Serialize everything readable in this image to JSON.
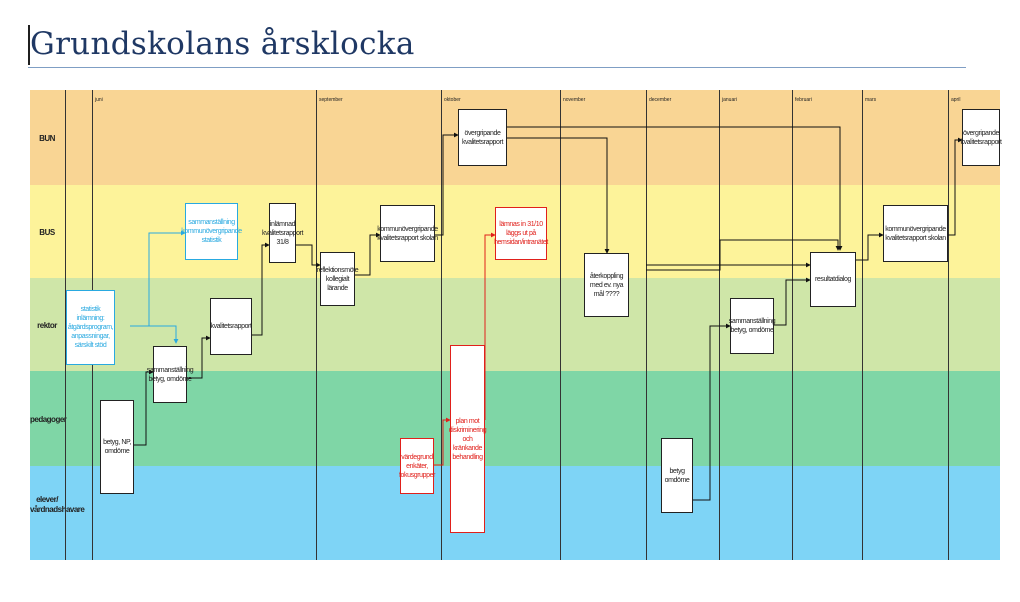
{
  "title": "Grundskolans årsklocka",
  "colors": {
    "lane_bun": "#f9d594",
    "lane_bus": "#fdf39a",
    "lane_rektor": "#cfe6a8",
    "lane_pedagoger": "#7fd6a6",
    "lane_elever": "#7ed4f6",
    "box_blue": "#29a9e0",
    "box_red": "#e0201b",
    "arrow": "#111111"
  },
  "lanes": [
    "BUN",
    "BUS",
    "rektor",
    "pedagoger",
    "elever/ vårdnadshavare"
  ],
  "months": [
    "juni",
    "september",
    "oktober",
    "november",
    "december",
    "januari",
    "februari",
    "mars",
    "april"
  ],
  "boxes": {
    "betyg_np": "betyg, NP, omdöme",
    "statistik": "statistik inlämning: åtgärdsprogram, anpassningar, särskilt stöd",
    "sammanstallning_komm": "sammanställning kommunövergripande statistik",
    "sammanstallning_betyg": "sammanställning betyg, omdöme",
    "kvalitetsrapport": "kvalitetsrapport",
    "inlamnad": "inlämnad kvalitetsrapport 31/8",
    "reflektion": "reflektionsmöte kollegialt lärande",
    "komm_skolan": "kommunövergripande kvalitetsrapport skolan",
    "overgripande": "övergripande kvalitetsrapport",
    "lamnas": "lämnas in 31/10 läggs ut på hemsidan/intranätet",
    "plan": "plan mot diskriminering och kränkande behandling",
    "vardegrund": "värdegrund enkäter, fokusgrupper",
    "aterkoppling": "återkoppling med ev. nya mål ????",
    "betyg_omdome": "betyg omdöme",
    "sammanstallning_betyg2": "sammanställning betyg, omdöme",
    "resultatdialog": "resultatdialog",
    "komm_skolan2": "kommunövergripande kvalitetsrapport skolan",
    "overgripande2": "övergripande kvalitetsrapport"
  }
}
